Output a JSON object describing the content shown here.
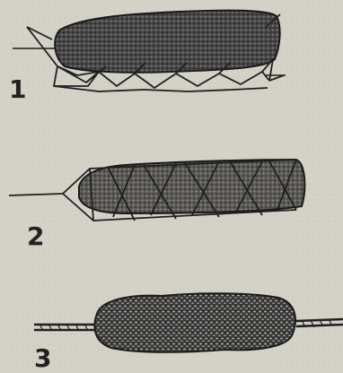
{
  "figures": [
    {
      "number": "1"
    },
    {
      "number": "2"
    },
    {
      "number": "3"
    }
  ],
  "colors": {
    "background": "#d4d1c7",
    "ink": "#1f1f1f",
    "fill_dark": "#3a3a3a",
    "fill_light": "#9a978e"
  }
}
